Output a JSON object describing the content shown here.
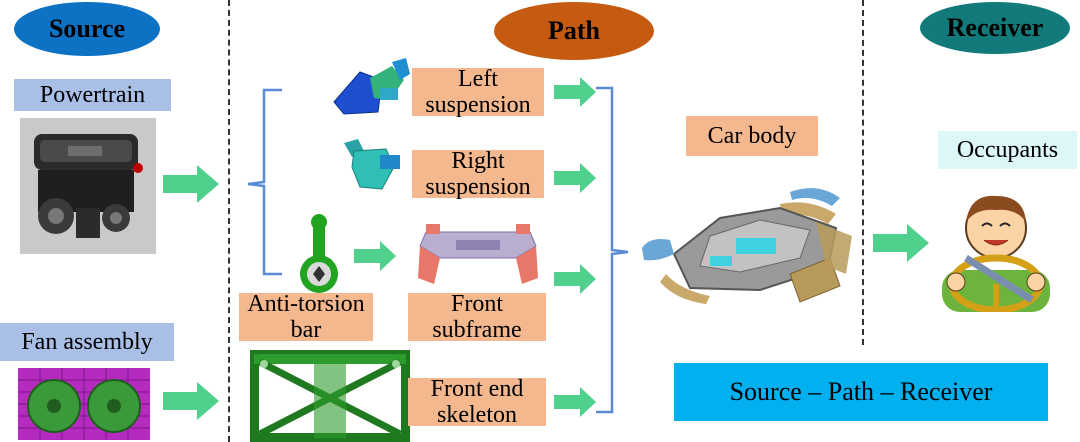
{
  "headers": {
    "source": "Source",
    "path": "Path",
    "receiver": "Receiver"
  },
  "source_items": {
    "powertrain": "Powertrain",
    "fan_assembly": "Fan assembly"
  },
  "path_items": {
    "left_suspension": "Left suspension",
    "right_suspension": "Right suspension",
    "anti_torsion_bar": "Anti-torsion bar",
    "front_subframe": "Front subframe",
    "front_end_skeleton": "Front end skeleton",
    "car_body": "Car body"
  },
  "receiver_items": {
    "occupants": "Occupants"
  },
  "summary": "Source – Path  – Receiver",
  "colors": {
    "source_ellipse": "#0d72c4",
    "path_ellipse": "#c55a11",
    "receiver_ellipse": "#127a7a",
    "arrow_fill": "#4fd08c",
    "bracket": "#5b8bd5",
    "label_blue": "#a9bfe6",
    "label_orange": "#f4b88f",
    "label_cyan": "#ddf6f8",
    "summary_box": "#00b0ef"
  }
}
